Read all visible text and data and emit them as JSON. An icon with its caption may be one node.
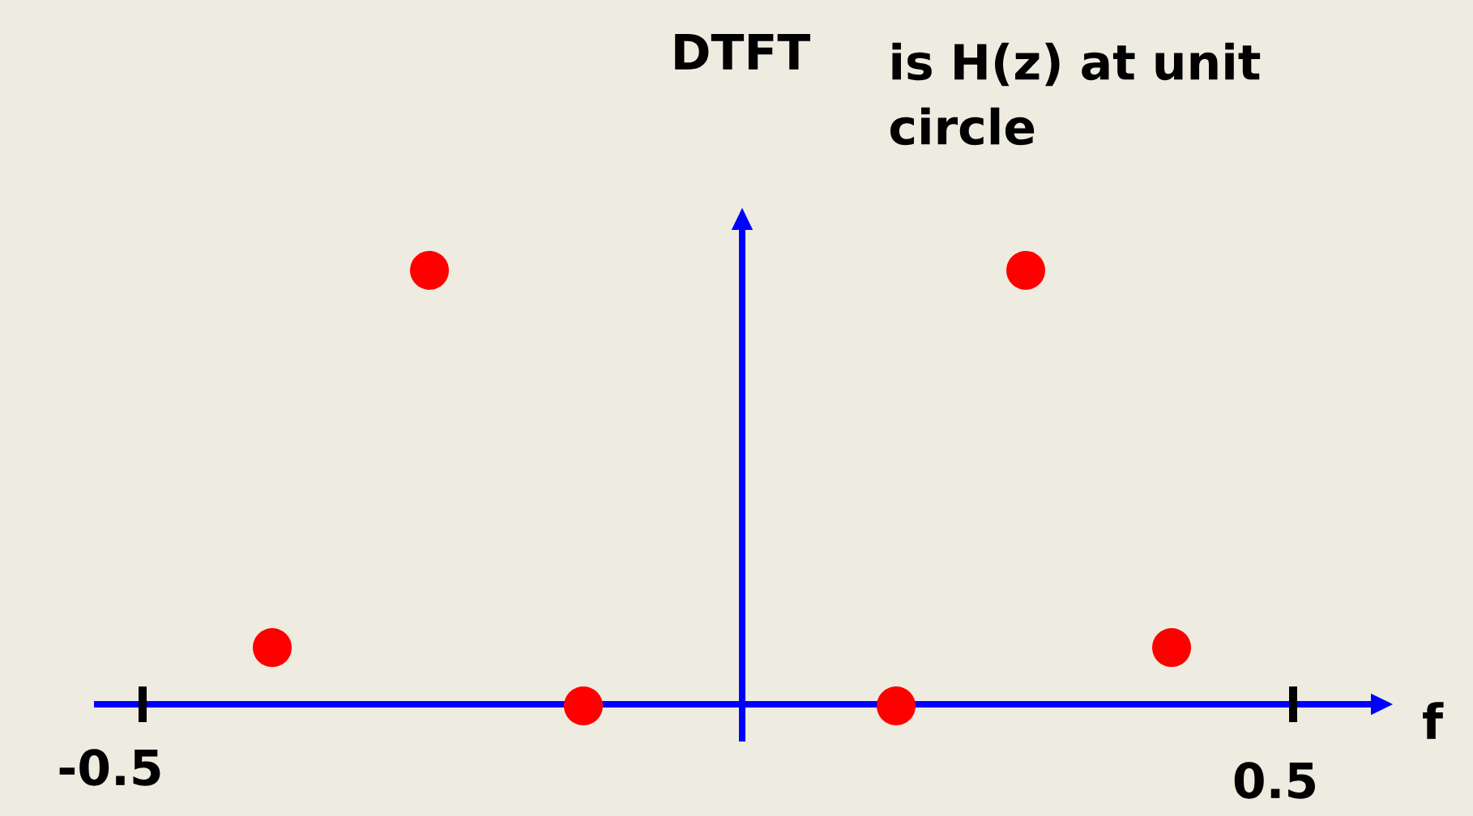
{
  "diagram": {
    "labels": [
      "DTFT",
      "is H(z) at unit circle",
      "f",
      "-0.5",
      "0.5"
    ]
  }
}
